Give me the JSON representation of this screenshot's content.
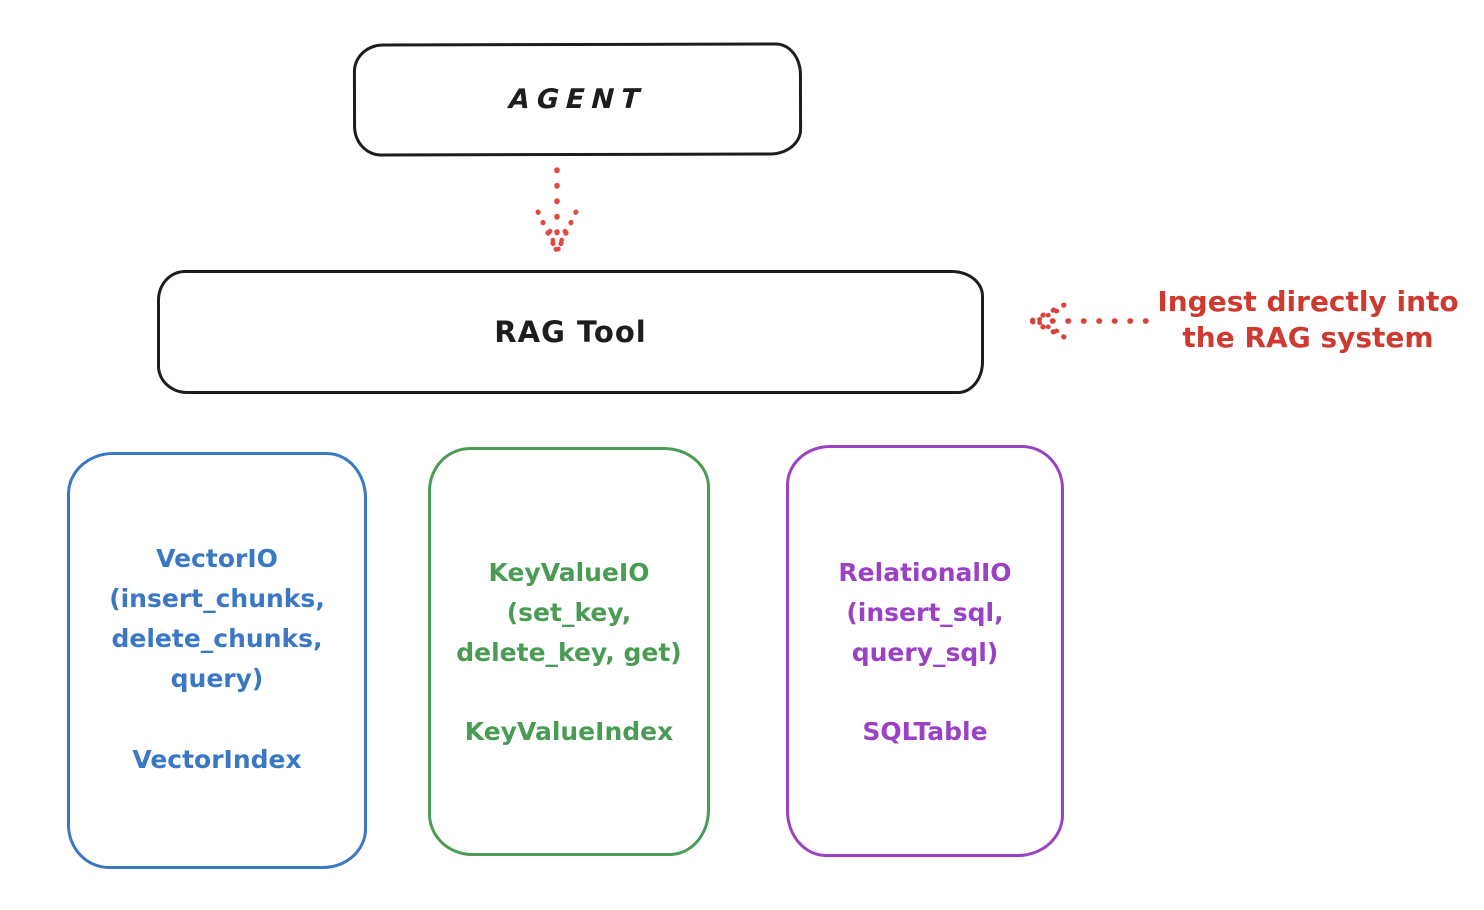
{
  "diagram": {
    "background": "#ffffff",
    "nodes": {
      "agent": {
        "label": "AGENT",
        "stroke_color": "#1d1d1d"
      },
      "rag_tool": {
        "label": "RAG Tool",
        "stroke_color": "#1d1d1d"
      },
      "vector_io": {
        "title_lines": [
          "VectorIO",
          "(insert_chunks,",
          "delete_chunks,",
          "query)"
        ],
        "index_label": "VectorIndex",
        "color": "#3b78c3"
      },
      "keyvalue_io": {
        "title_lines": [
          "KeyValueIO",
          "(set_key,",
          "delete_key, get)"
        ],
        "index_label": "KeyValueIndex",
        "color": "#4a9c54"
      },
      "relational_io": {
        "title_lines": [
          "RelationalIO",
          "(insert_sql,",
          "query_sql)"
        ],
        "index_label": "SQLTable",
        "color": "#9b41c3"
      }
    },
    "annotation": {
      "line1": "Ingest directly into",
      "line2": "the RAG system",
      "color": "#cd3a30"
    },
    "arrows": {
      "agent_to_rag": {
        "style": "dotted",
        "direction": "down",
        "color": "#e04a40"
      },
      "annotation_to_rag": {
        "style": "dotted",
        "direction": "left",
        "color": "#d8423a"
      }
    }
  }
}
